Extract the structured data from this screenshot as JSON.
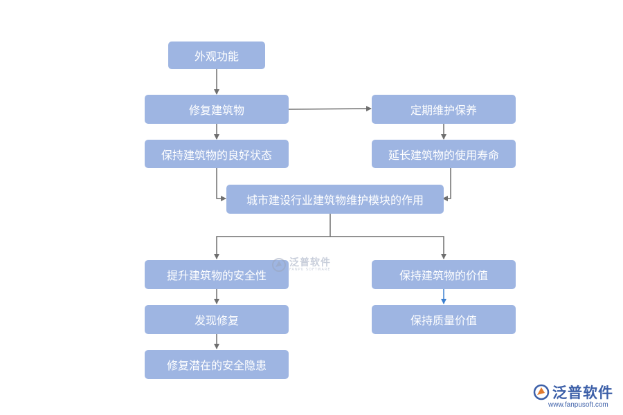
{
  "nodes": {
    "appearance": "外观功能",
    "repair_building": "修复建筑物",
    "maintain_good_state": "保持建筑物的良好状态",
    "periodic_maintenance": "定期维护保养",
    "extend_service_life": "延长建筑物的使用寿命",
    "module_role": "城市建设行业建筑物维护模块的作用",
    "improve_safety": "提升建筑物的安全性",
    "find_and_repair": "发现修复",
    "repair_hidden_hazards": "修复潜在的安全隐患",
    "maintain_value": "保持建筑物的价值",
    "maintain_quality_value": "保持质量价值"
  },
  "watermark": {
    "brand": "泛普软件",
    "sub": "FANPU SOFTWARE"
  },
  "logo": {
    "brand": "泛普软件",
    "url": "www.fanpusoft.com"
  },
  "colors": {
    "node_fill": "#9eb5e2",
    "node_text": "#ffffff",
    "connector": "#6e6e6e",
    "blue_connector": "#3b7fd0",
    "logo": "#3c5fa8"
  }
}
